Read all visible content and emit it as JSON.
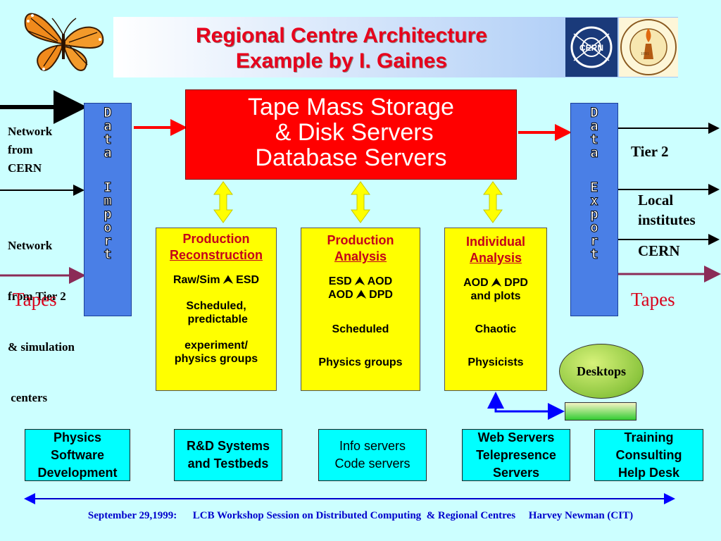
{
  "title": {
    "line1": "Regional Centre Architecture",
    "line2": "Example by I. Gaines"
  },
  "logos": {
    "cern_text": "CERN",
    "caltech_text": "CALIFORNIA INSTITUTE OF TECHNOLOGY",
    "caltech_year": "1891"
  },
  "data_import": {
    "chars": [
      "D",
      "a",
      "t",
      "a",
      "",
      "I",
      "m",
      "p",
      "o",
      "r",
      "t"
    ]
  },
  "data_export": {
    "chars": [
      "D",
      "a",
      "t",
      "a",
      "",
      "E",
      "x",
      "p",
      "o",
      "r",
      "t"
    ]
  },
  "left_labels": {
    "network_cern": [
      "Network",
      "from",
      "CERN"
    ],
    "network_tier2": [
      "Network",
      "from Tier 2",
      "& simulation",
      " centers"
    ],
    "tapes": "Tapes"
  },
  "right_labels": {
    "tier2": "Tier 2",
    "local": [
      "Local",
      "institutes"
    ],
    "cern": "CERN",
    "tapes": "Tapes"
  },
  "storage": {
    "lines": [
      "Tape Mass Storage",
      " & Disk Servers",
      "Database Servers"
    ]
  },
  "production_reconstruction": {
    "head1": "Production",
    "head2": "Reconstruction",
    "flow": {
      "from": "Raw/Sim",
      "to": "ESD"
    },
    "sched": [
      "Scheduled,",
      " predictable"
    ],
    "groups": [
      "experiment/",
      "physics groups"
    ]
  },
  "production_analysis": {
    "head1": "Production",
    "head2": "Analysis",
    "flow1": {
      "from": "ESD",
      "to": "AOD"
    },
    "flow2": {
      "from": "AOD",
      "to": "DPD"
    },
    "sched": "Scheduled",
    "groups": "Physics groups"
  },
  "individual_analysis": {
    "head1": "Individual",
    "head2": "Analysis",
    "flow1": {
      "from": "AOD",
      "to": "DPD"
    },
    "flow2": "and plots",
    "sched": "Chaotic",
    "groups": "Physicists"
  },
  "desktops": "Desktops",
  "bottom_boxes": [
    [
      "Physics",
      "Software",
      "Development"
    ],
    [
      "R&D Systems",
      "and Testbeds"
    ],
    [
      "Info servers",
      "Code servers"
    ],
    [
      "Web Servers",
      "Telepresence",
      "Servers"
    ],
    [
      "Training",
      "Consulting",
      "Help Desk"
    ]
  ],
  "footer": "September 29,1999:      LCB Workshop Session on Distributed Computing  & Regional Centres     Harvey Newman (CIT)",
  "colors": {
    "background": "#ccffff",
    "title_red": "#e8001c",
    "storage_red": "#ff0000",
    "process_yellow": "#ffff00",
    "service_cyan": "#00ffff",
    "bar_blue": "#4a7fe6",
    "footer_blue": "#0000cc"
  },
  "icons": [
    "butterfly-icon",
    "cern-logo",
    "caltech-seal"
  ]
}
